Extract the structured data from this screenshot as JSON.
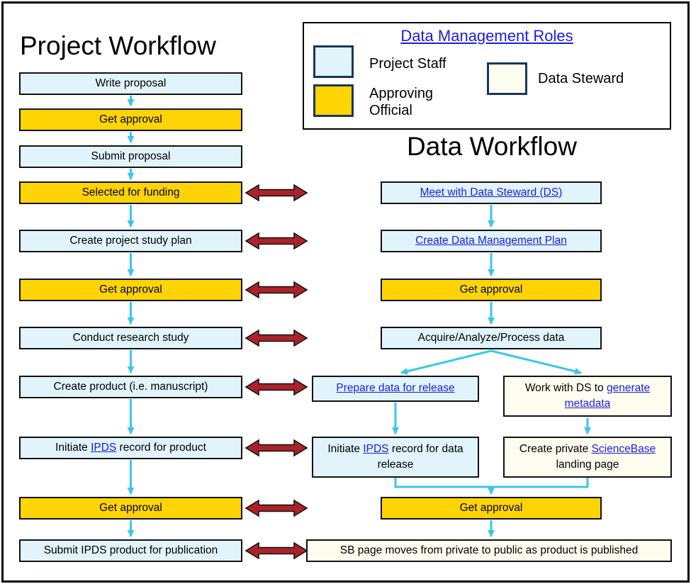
{
  "titles": {
    "project_workflow": "Project Workflow",
    "data_workflow": "Data Workflow"
  },
  "legend": {
    "title": "Data Management Roles",
    "project_staff": "Project Staff",
    "approving_official": "Approving Official",
    "data_steward": "Data Steward"
  },
  "colors": {
    "project_staff_fill": "#e1f4fb",
    "approving_official_fill": "#ffd405",
    "data_steward_fill": "#fffdf0",
    "flow_arrow_cyan": "#3ac7e8",
    "sync_arrow_red": "#ab2328",
    "link_blue": "#1c1ce0",
    "swatch_border": "#17375e"
  },
  "project": {
    "write_proposal": "Write proposal",
    "get_approval_1": "Get approval",
    "submit_proposal": "Submit proposal",
    "selected_for_funding": "Selected for funding",
    "create_study_plan": "Create project study plan",
    "get_approval_2": "Get approval",
    "conduct_research": "Conduct research study",
    "create_product": "Create product (i.e. manuscript)",
    "initiate_ipds_pre": "Initiate ",
    "initiate_ipds_link": "IPDS",
    "initiate_ipds_post": " record for product",
    "get_approval_3": "Get approval",
    "submit_publication": "Submit IPDS product for publication"
  },
  "data_flow": {
    "meet_ds": "Meet with Data Steward (DS)",
    "create_dmp": "Create Data Management Plan",
    "get_approval_1": "Get approval",
    "acquire_data": "Acquire/Analyze/Process data",
    "prepare_release": "Prepare data for release",
    "work_ds_pre": "Work with DS to ",
    "work_ds_link": "generate metadata",
    "initiate_ipds_pre": "Initiate ",
    "initiate_ipds_link": "IPDS",
    "initiate_ipds_post": " record for data release",
    "create_sb_pre": "Create private ",
    "create_sb_link": "ScienceBase",
    "create_sb_post": " landing page",
    "get_approval_2": "Get approval",
    "sb_page_public": "SB page moves from private to public as product is published"
  }
}
